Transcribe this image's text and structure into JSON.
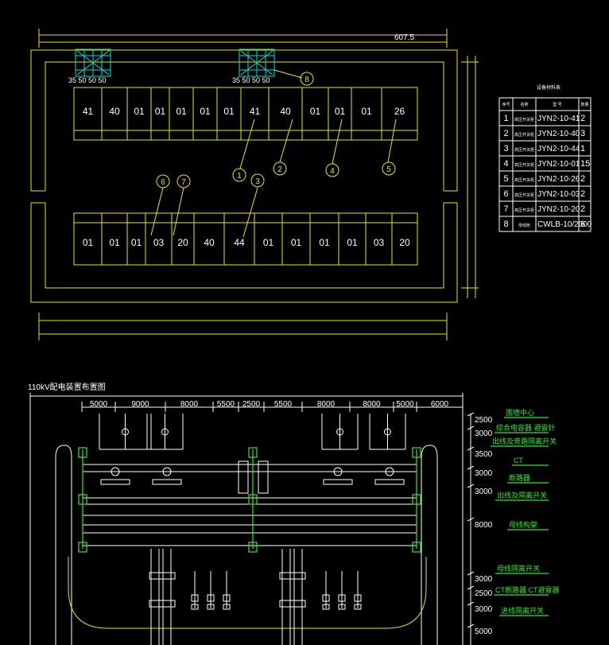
{
  "top_plan": {
    "overall_dimension": "607.5",
    "bay_dims_left": "35 50 50 50",
    "bay_dims_right": "35 50 50 50",
    "row1_cells": [
      "41",
      "40",
      "01",
      "01",
      "01",
      "01",
      "01",
      "41",
      "40",
      "01",
      "01",
      "01",
      "26"
    ],
    "row2_cells": [
      "01",
      "01",
      "01",
      "03",
      "20",
      "40",
      "44",
      "01",
      "01",
      "01",
      "01",
      "03",
      "20"
    ],
    "callouts": [
      "1",
      "2",
      "3",
      "4",
      "5",
      "6",
      "7",
      "8"
    ]
  },
  "equipment_table": {
    "title": "设备材料表",
    "headers": [
      "序号",
      "名称",
      "型 号",
      "数量"
    ],
    "rows": [
      {
        "no": "1",
        "name": "高压开关柜",
        "model": "JYN2-10-41",
        "qty": "2"
      },
      {
        "no": "2",
        "name": "高压开关柜",
        "model": "JYN2-10-40",
        "qty": "3"
      },
      {
        "no": "3",
        "name": "高压开关柜",
        "model": "JYN2-10-44",
        "qty": "1"
      },
      {
        "no": "4",
        "name": "高压开关柜",
        "model": "JYN2-10-01",
        "qty": "15"
      },
      {
        "no": "5",
        "name": "高压开关柜",
        "model": "JYN2-10-26",
        "qty": "2"
      },
      {
        "no": "6",
        "name": "高压开关柜",
        "model": "JYN2-10-03",
        "qty": "2"
      },
      {
        "no": "7",
        "name": "高压开关柜",
        "model": "JYN2-10-20",
        "qty": "2"
      },
      {
        "no": "8",
        "name": "母线桥",
        "model": "CWLB-10/2000",
        "qty": "6"
      }
    ]
  },
  "bottom_plan": {
    "title": "110kV配电装置布置图",
    "top_dims": [
      "5000",
      "9000",
      "8000",
      "5500",
      "2500",
      "5500",
      "8000",
      "8000",
      "5000",
      "6000"
    ],
    "side_dims": [
      "2500",
      "3000",
      "3500",
      "3000",
      "3000",
      "8000",
      "3000",
      "2500",
      "3000",
      "5000"
    ],
    "legend_labels": [
      "围墙中心",
      "综合电容器 避雷针",
      "出线及旁路隔离开关",
      "CT",
      "断路器",
      "出线及隔离开关",
      "母线构架",
      "母线隔离开关",
      "CT断路器 CT避雷器",
      "进线隔离开关"
    ]
  }
}
